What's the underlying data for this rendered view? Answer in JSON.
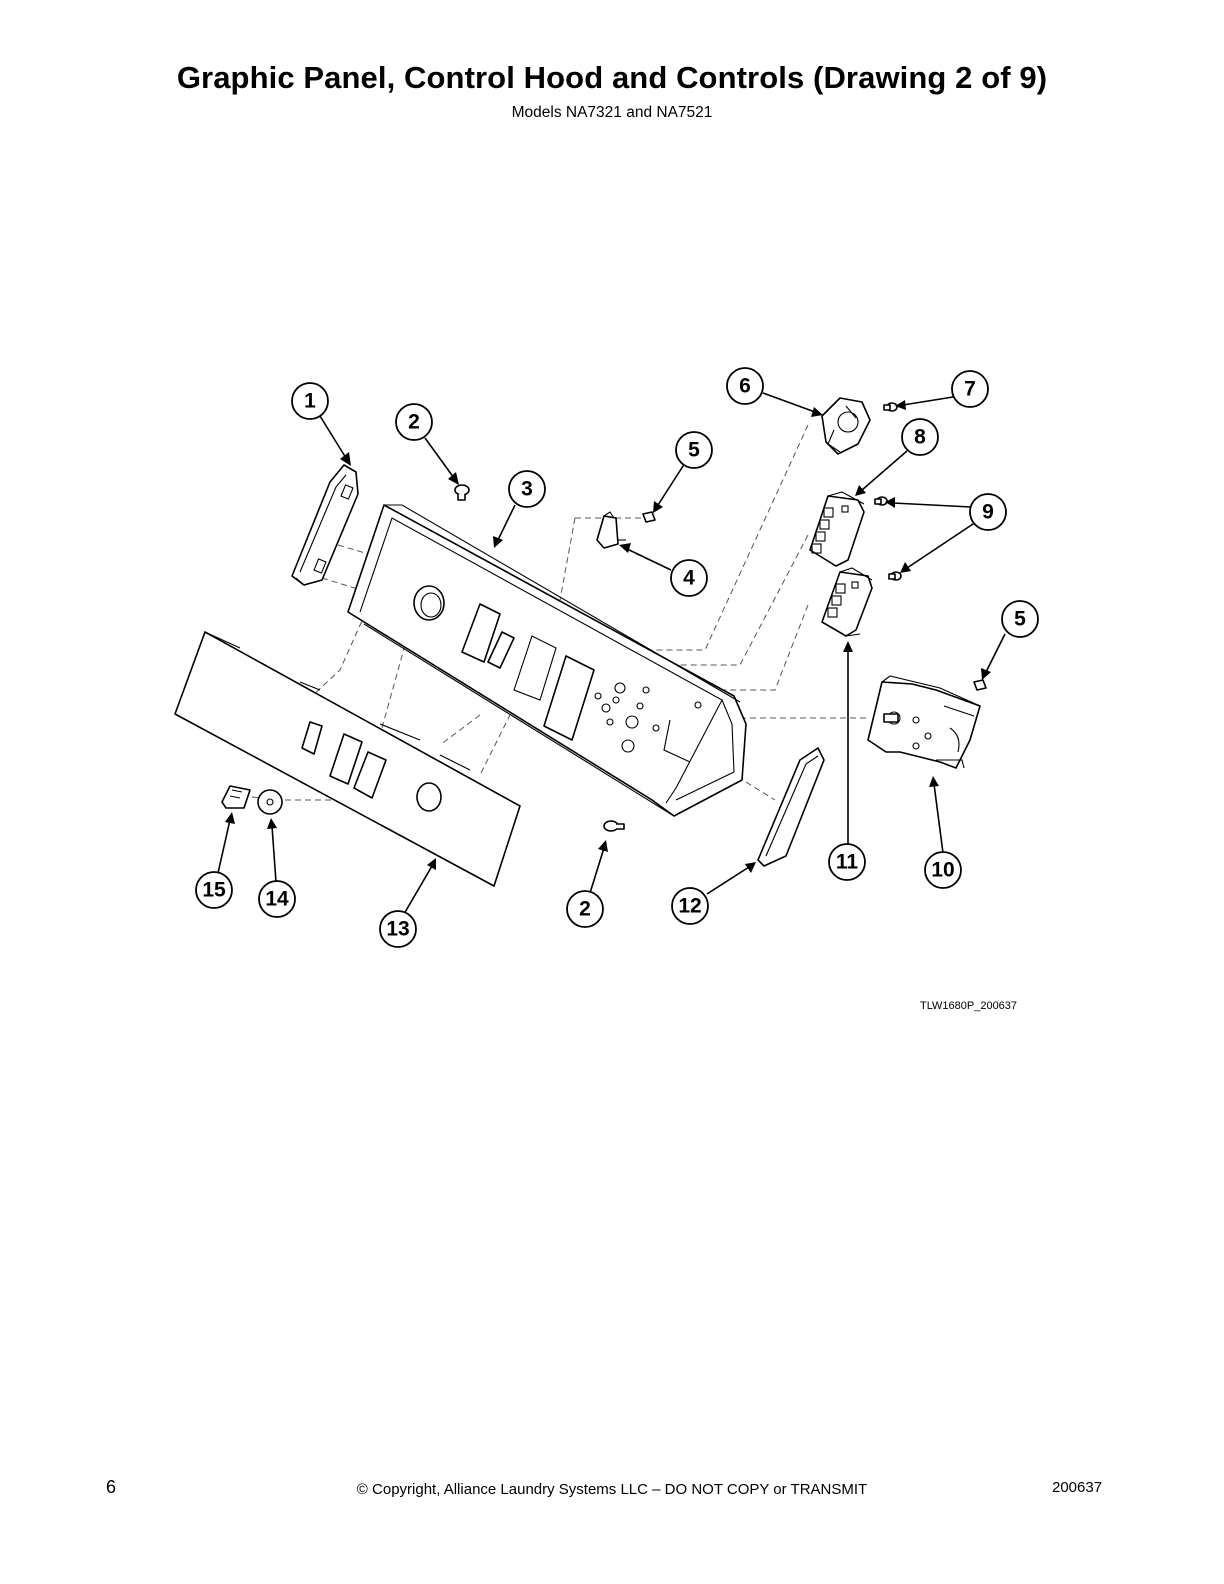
{
  "header": {
    "title": "Graphic Panel, Control Hood and Controls (Drawing 2 of 9)",
    "subtitle": "Models NA7321 and NA7521"
  },
  "diagram": {
    "drawing_id": "TLW1680P_200637",
    "callouts": [
      {
        "label": "1"
      },
      {
        "label": "2"
      },
      {
        "label": "3"
      },
      {
        "label": "5"
      },
      {
        "label": "4"
      },
      {
        "label": "6"
      },
      {
        "label": "7"
      },
      {
        "label": "8"
      },
      {
        "label": "9"
      },
      {
        "label": "5"
      },
      {
        "label": "10"
      },
      {
        "label": "11"
      },
      {
        "label": "12"
      },
      {
        "label": "2"
      },
      {
        "label": "13"
      },
      {
        "label": "14"
      },
      {
        "label": "15"
      }
    ]
  },
  "footer": {
    "page_number": "6",
    "copyright": "© Copyright, Alliance Laundry Systems LLC – DO NOT COPY or TRANSMIT",
    "doc_number": "200637"
  }
}
